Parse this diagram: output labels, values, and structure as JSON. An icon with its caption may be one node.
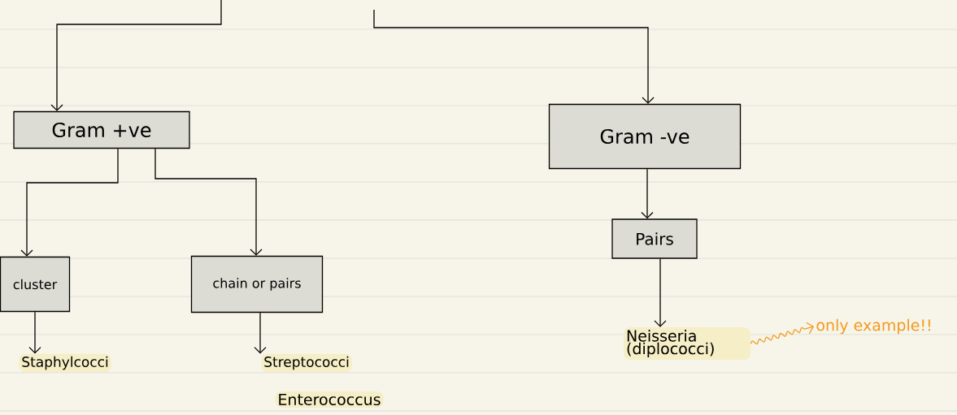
{
  "diagram": {
    "nodes": [
      {
        "text": [
          "Gram +ve"
        ]
      },
      {
        "text": [
          "Gram -ve"
        ]
      },
      {
        "text": [
          "cluster"
        ]
      },
      {
        "text": [
          "chain or pairs"
        ]
      },
      {
        "text": [
          "Pairs"
        ]
      },
      {
        "text": [
          "Staphylcocci"
        ]
      },
      {
        "text": [
          "Streptococci"
        ]
      },
      {
        "text": [
          "Enterococcus"
        ]
      },
      {
        "text": [
          "Neisseria (diplococci)"
        ]
      },
      {
        "text": [
          "only example!!"
        ]
      }
    ],
    "edges": [
      {
        "from": null,
        "to": 0,
        "arrow": "to"
      },
      {
        "from": null,
        "to": 1,
        "arrow": "to"
      },
      {
        "from": 0,
        "to": 2,
        "arrow": "to"
      },
      {
        "from": 0,
        "to": 3,
        "arrow": "to"
      },
      {
        "from": 1,
        "to": 4,
        "arrow": "to"
      },
      {
        "from": 2,
        "to": 5,
        "arrow": "to"
      },
      {
        "from": 3,
        "to": 6,
        "arrow": "to"
      },
      {
        "from": 4,
        "to": 8,
        "arrow": "to"
      },
      {
        "from": 8,
        "to": 9,
        "arrow": "to",
        "color": "#f39a1e"
      }
    ]
  }
}
